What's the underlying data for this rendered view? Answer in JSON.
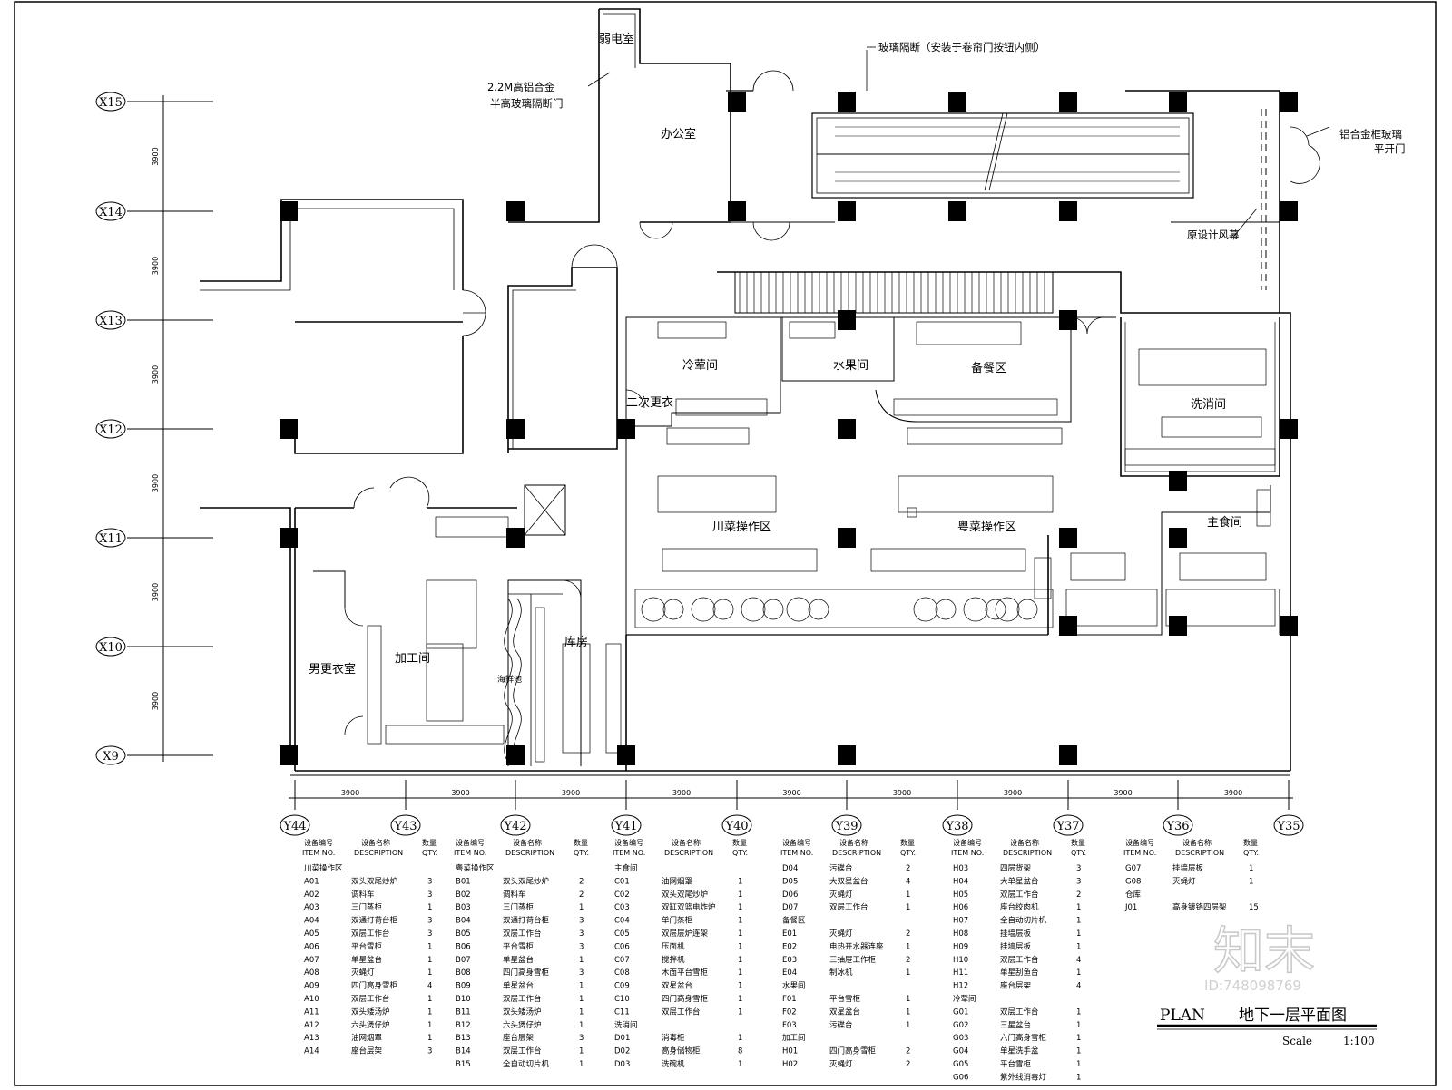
{
  "drawing": {
    "plan_label": "PLAN",
    "title": "地下一层平面图",
    "scale_label": "Scale",
    "scale_value": "1:100",
    "watermark": "知末",
    "watermark_id": "ID:748098769"
  },
  "rooms": {
    "weak_power": "弱电室",
    "office": "办公室",
    "cold_dish": "冷荤间",
    "fruit": "水果间",
    "prep": "备餐区",
    "wash": "洗消间",
    "second_change": "二次更衣",
    "sichuan": "川菜操作区",
    "cantonese": "粤菜操作区",
    "staple": "主食间",
    "male_locker": "男更衣室",
    "processing": "加工间",
    "storeroom": "库房",
    "seafood": "海鲜池"
  },
  "notes": {
    "glass_partition": "玻璃隔断（安装于卷帘门按钮内侧）",
    "door_line1": "2.2M高铝合金",
    "door_line2": "半高玻璃隔断门",
    "al_door_line1": "铝合金框玻璃",
    "al_door_line2": "平开门",
    "air_curtain": "原设计风幕"
  },
  "grid": {
    "x_axes": [
      "X15",
      "X14",
      "X13",
      "X12",
      "X11",
      "X10",
      "X9"
    ],
    "y_axes": [
      "Y44",
      "Y43",
      "Y42",
      "Y41",
      "Y40",
      "Y39",
      "Y38",
      "Y37",
      "Y36",
      "Y35"
    ],
    "spacing": "3900"
  },
  "table_headers": {
    "item_cn": "设备编号",
    "item_en": "ITEM NO.",
    "desc_cn": "设备名称",
    "desc_en": "DESCRIPTION",
    "qty_cn": "数量",
    "qty_en": "QTY."
  },
  "equipment_tables": [
    [
      {
        "t": "川菜操作区"
      },
      {
        "c": "A01",
        "n": "双头双尾炒炉",
        "q": "3"
      },
      {
        "c": "A02",
        "n": "调料车",
        "q": "3"
      },
      {
        "c": "A03",
        "n": "三门蒸柜",
        "q": "1"
      },
      {
        "c": "A04",
        "n": "双通打荷台柜",
        "q": "3"
      },
      {
        "c": "A05",
        "n": "双层工作台",
        "q": "3"
      },
      {
        "c": "A06",
        "n": "平台雪柜",
        "q": "1"
      },
      {
        "c": "A07",
        "n": "单星盆台",
        "q": "1"
      },
      {
        "c": "A08",
        "n": "灭蝇灯",
        "q": "1"
      },
      {
        "c": "A09",
        "n": "四门高身雪柜",
        "q": "4"
      },
      {
        "c": "A10",
        "n": "双层工作台",
        "q": "1"
      },
      {
        "c": "A11",
        "n": "双头矮汤炉",
        "q": "1"
      },
      {
        "c": "A12",
        "n": "六头煲仔炉",
        "q": "1"
      },
      {
        "c": "A13",
        "n": "油网烟罩",
        "q": "1"
      },
      {
        "c": "A14",
        "n": "座台层架",
        "q": "3"
      }
    ],
    [
      {
        "t": "粤菜操作区"
      },
      {
        "c": "B01",
        "n": "双头双尾炒炉",
        "q": "2"
      },
      {
        "c": "B02",
        "n": "调料车",
        "q": "2"
      },
      {
        "c": "B03",
        "n": "三门蒸柜",
        "q": "1"
      },
      {
        "c": "B04",
        "n": "双通打荷台柜",
        "q": "3"
      },
      {
        "c": "B05",
        "n": "双层工作台",
        "q": "3"
      },
      {
        "c": "B06",
        "n": "平台雪柜",
        "q": "3"
      },
      {
        "c": "B07",
        "n": "单星盆台",
        "q": "1"
      },
      {
        "c": "B08",
        "n": "四门高身雪柜",
        "q": "3"
      },
      {
        "c": "B09",
        "n": "单星盆台",
        "q": "1"
      },
      {
        "c": "B10",
        "n": "双层工作台",
        "q": "1"
      },
      {
        "c": "B11",
        "n": "双头矮汤炉",
        "q": "1"
      },
      {
        "c": "B12",
        "n": "六头煲仔炉",
        "q": "1"
      },
      {
        "c": "B13",
        "n": "座台层架",
        "q": "3"
      },
      {
        "c": "B14",
        "n": "双层工作台",
        "q": "1"
      },
      {
        "c": "B15",
        "n": "全自动切片机",
        "q": "1"
      }
    ],
    [
      {
        "t": "主食间"
      },
      {
        "c": "C01",
        "n": "油网烟罩",
        "q": "1"
      },
      {
        "c": "C02",
        "n": "双头双尾炒炉",
        "q": "1"
      },
      {
        "c": "C03",
        "n": "双缸双篮电炸炉",
        "q": "1"
      },
      {
        "c": "C04",
        "n": "单门蒸柜",
        "q": "1"
      },
      {
        "c": "C05",
        "n": "双层层炉连架",
        "q": "1"
      },
      {
        "c": "C06",
        "n": "压面机",
        "q": "1"
      },
      {
        "c": "C07",
        "n": "搅拌机",
        "q": "1"
      },
      {
        "c": "C08",
        "n": "木面平台雪柜",
        "q": "1"
      },
      {
        "c": "C09",
        "n": "双星盆台",
        "q": "1"
      },
      {
        "c": "C10",
        "n": "四门高身雪柜",
        "q": "1"
      },
      {
        "c": "C11",
        "n": "双层工作台",
        "q": "1"
      },
      {
        "t": "洗消间"
      },
      {
        "c": "D01",
        "n": "消毒柜",
        "q": "1"
      },
      {
        "c": "D02",
        "n": "高身储物柜",
        "q": "8"
      },
      {
        "c": "D03",
        "n": "洗碗机",
        "q": "1"
      }
    ],
    [
      {
        "c": "D04",
        "n": "污碟台",
        "q": "2"
      },
      {
        "c": "D05",
        "n": "大双星盆台",
        "q": "4"
      },
      {
        "c": "D06",
        "n": "灭蝇灯",
        "q": "1"
      },
      {
        "c": "D07",
        "n": "双层工作台",
        "q": "1"
      },
      {
        "t": "备餐区"
      },
      {
        "c": "E01",
        "n": "灭蝇灯",
        "q": "2"
      },
      {
        "c": "E02",
        "n": "电热开水器连座",
        "q": "1"
      },
      {
        "c": "E03",
        "n": "三抽屉工作柜",
        "q": "2"
      },
      {
        "c": "E04",
        "n": "制冰机",
        "q": "1"
      },
      {
        "t": "水果间"
      },
      {
        "c": "F01",
        "n": "平台雪柜",
        "q": "1"
      },
      {
        "c": "F02",
        "n": "双星盆台",
        "q": "1"
      },
      {
        "c": "F03",
        "n": "污碟台",
        "q": "1"
      },
      {
        "t": "加工间"
      },
      {
        "c": "H01",
        "n": "四门高身雪柜",
        "q": "2"
      },
      {
        "c": "H02",
        "n": "灭蝇灯",
        "q": "2"
      }
    ],
    [
      {
        "c": "H03",
        "n": "四层货架",
        "q": "3"
      },
      {
        "c": "H04",
        "n": "大单星盆台",
        "q": "3"
      },
      {
        "c": "H05",
        "n": "双层工作台",
        "q": "2"
      },
      {
        "c": "H06",
        "n": "座台绞肉机",
        "q": "1"
      },
      {
        "c": "H07",
        "n": "全自动切片机",
        "q": "1"
      },
      {
        "c": "H08",
        "n": "挂墙层板",
        "q": "1"
      },
      {
        "c": "H09",
        "n": "挂墙层板",
        "q": "1"
      },
      {
        "c": "H10",
        "n": "双层工作台",
        "q": "4"
      },
      {
        "c": "H11",
        "n": "单星刮鱼台",
        "q": "1"
      },
      {
        "c": "H12",
        "n": "座台层架",
        "q": "4"
      },
      {
        "t": "冷荤间"
      },
      {
        "c": "G01",
        "n": "双层工作台",
        "q": "1"
      },
      {
        "c": "G02",
        "n": "三星盆台",
        "q": "1"
      },
      {
        "c": "G03",
        "n": "六门高身雪柜",
        "q": "1"
      },
      {
        "c": "G04",
        "n": "单星洗手盆",
        "q": "1"
      },
      {
        "c": "G05",
        "n": "平台雪柜",
        "q": "1"
      },
      {
        "c": "G06",
        "n": "紫外线消毒灯",
        "q": "1"
      }
    ],
    [
      {
        "c": "G07",
        "n": "挂墙层板",
        "q": "1"
      },
      {
        "c": "G08",
        "n": "灭蝇灯",
        "q": "1"
      },
      {
        "t": "仓库"
      },
      {
        "c": "J01",
        "n": "高身镀铬四层架",
        "q": "15"
      }
    ]
  ]
}
